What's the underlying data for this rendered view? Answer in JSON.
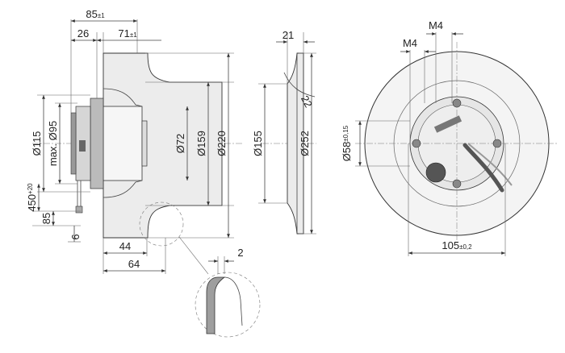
{
  "side_view": {
    "dims": {
      "d85": "85",
      "d85_tol": "±1",
      "d26": "26",
      "d71": "71",
      "d71_tol": "±1",
      "d115": "Ø115",
      "dmax95": "max. Ø95",
      "d72": "Ø72",
      "d159": "Ø159",
      "d220": "Ø220",
      "d450": "450",
      "d450_tol": "+20",
      "d85b": "85",
      "d6": "6",
      "d44": "44",
      "d64": "64"
    }
  },
  "detail": {
    "d2": "2"
  },
  "section_view": {
    "dims": {
      "d21": "21",
      "d22": "22",
      "d155": "Ø155",
      "d252": "Ø252"
    }
  },
  "front_view": {
    "dims": {
      "m4a": "M4",
      "m4b": "M4",
      "d58": "Ø58",
      "d58_tol": "±0,15",
      "d105": "105",
      "d105_tol": "±0,2"
    }
  }
}
